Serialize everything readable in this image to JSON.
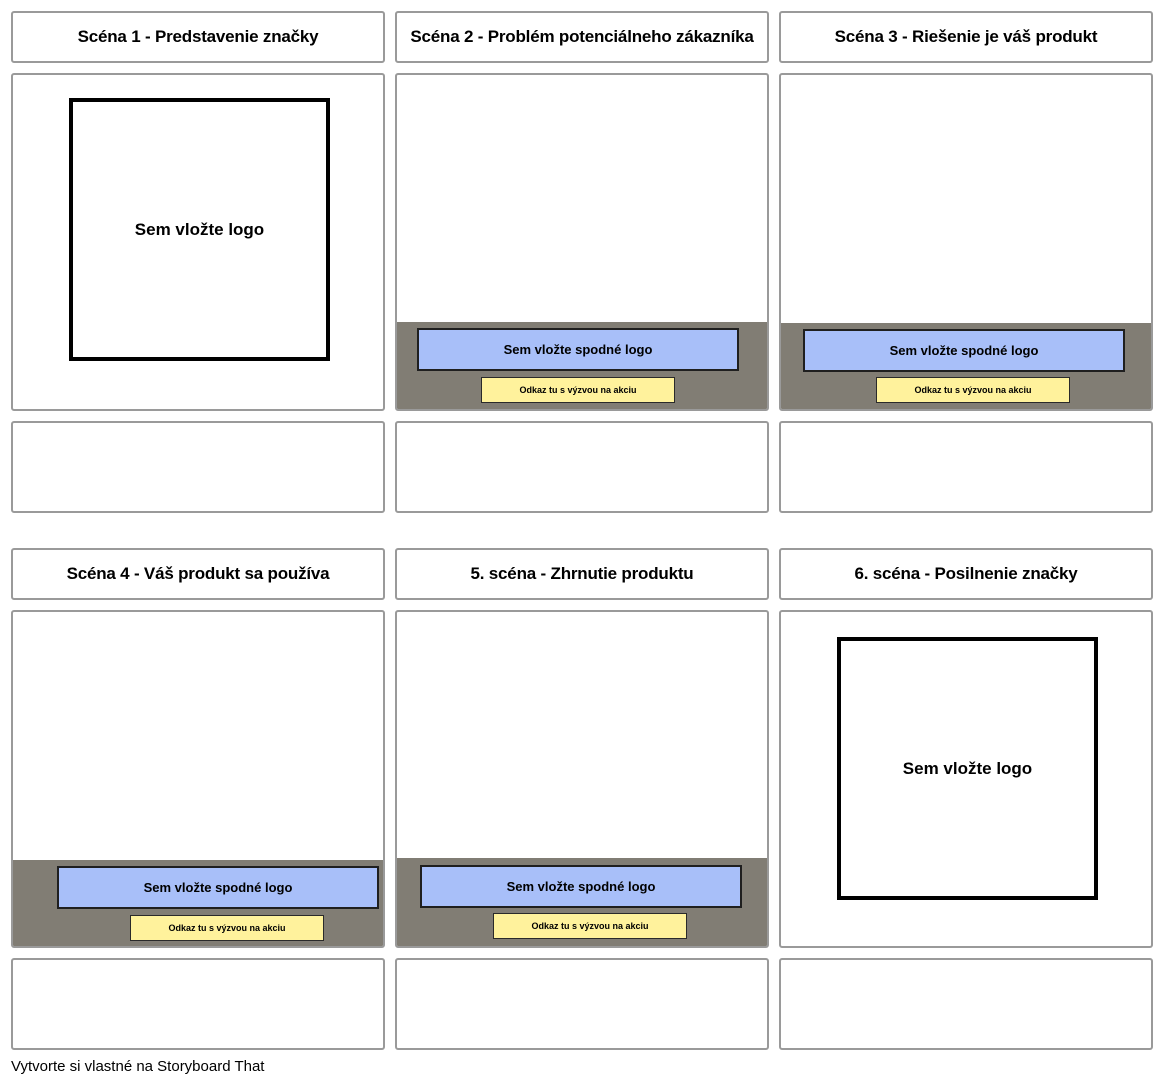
{
  "storyboard": {
    "row1": {
      "titles": [
        "Scéna 1 - Predstavenie značky",
        "Scéna 2 - Problém potenciálneho zákazníka",
        "Scéna 3 - Riešenie je váš produkt"
      ]
    },
    "row2": {
      "titles": [
        "Scéna 4 - Váš produkt sa používa",
        "5. scéna - Zhrnutie produktu",
        "6. scéna - Posilnenie značky"
      ]
    },
    "placeholders": {
      "logo": "Sem vložte logo",
      "bottom_logo": "Sem vložte spodné logo",
      "cta": "Odkaz tu s výzvou na akciu"
    },
    "colors": {
      "gray_band": "#817d74",
      "blue_bar": "#a8bff9",
      "cta_bar": "#fff29c"
    }
  },
  "footer": {
    "text": "Vytvorte si vlastné na Storyboard That"
  }
}
